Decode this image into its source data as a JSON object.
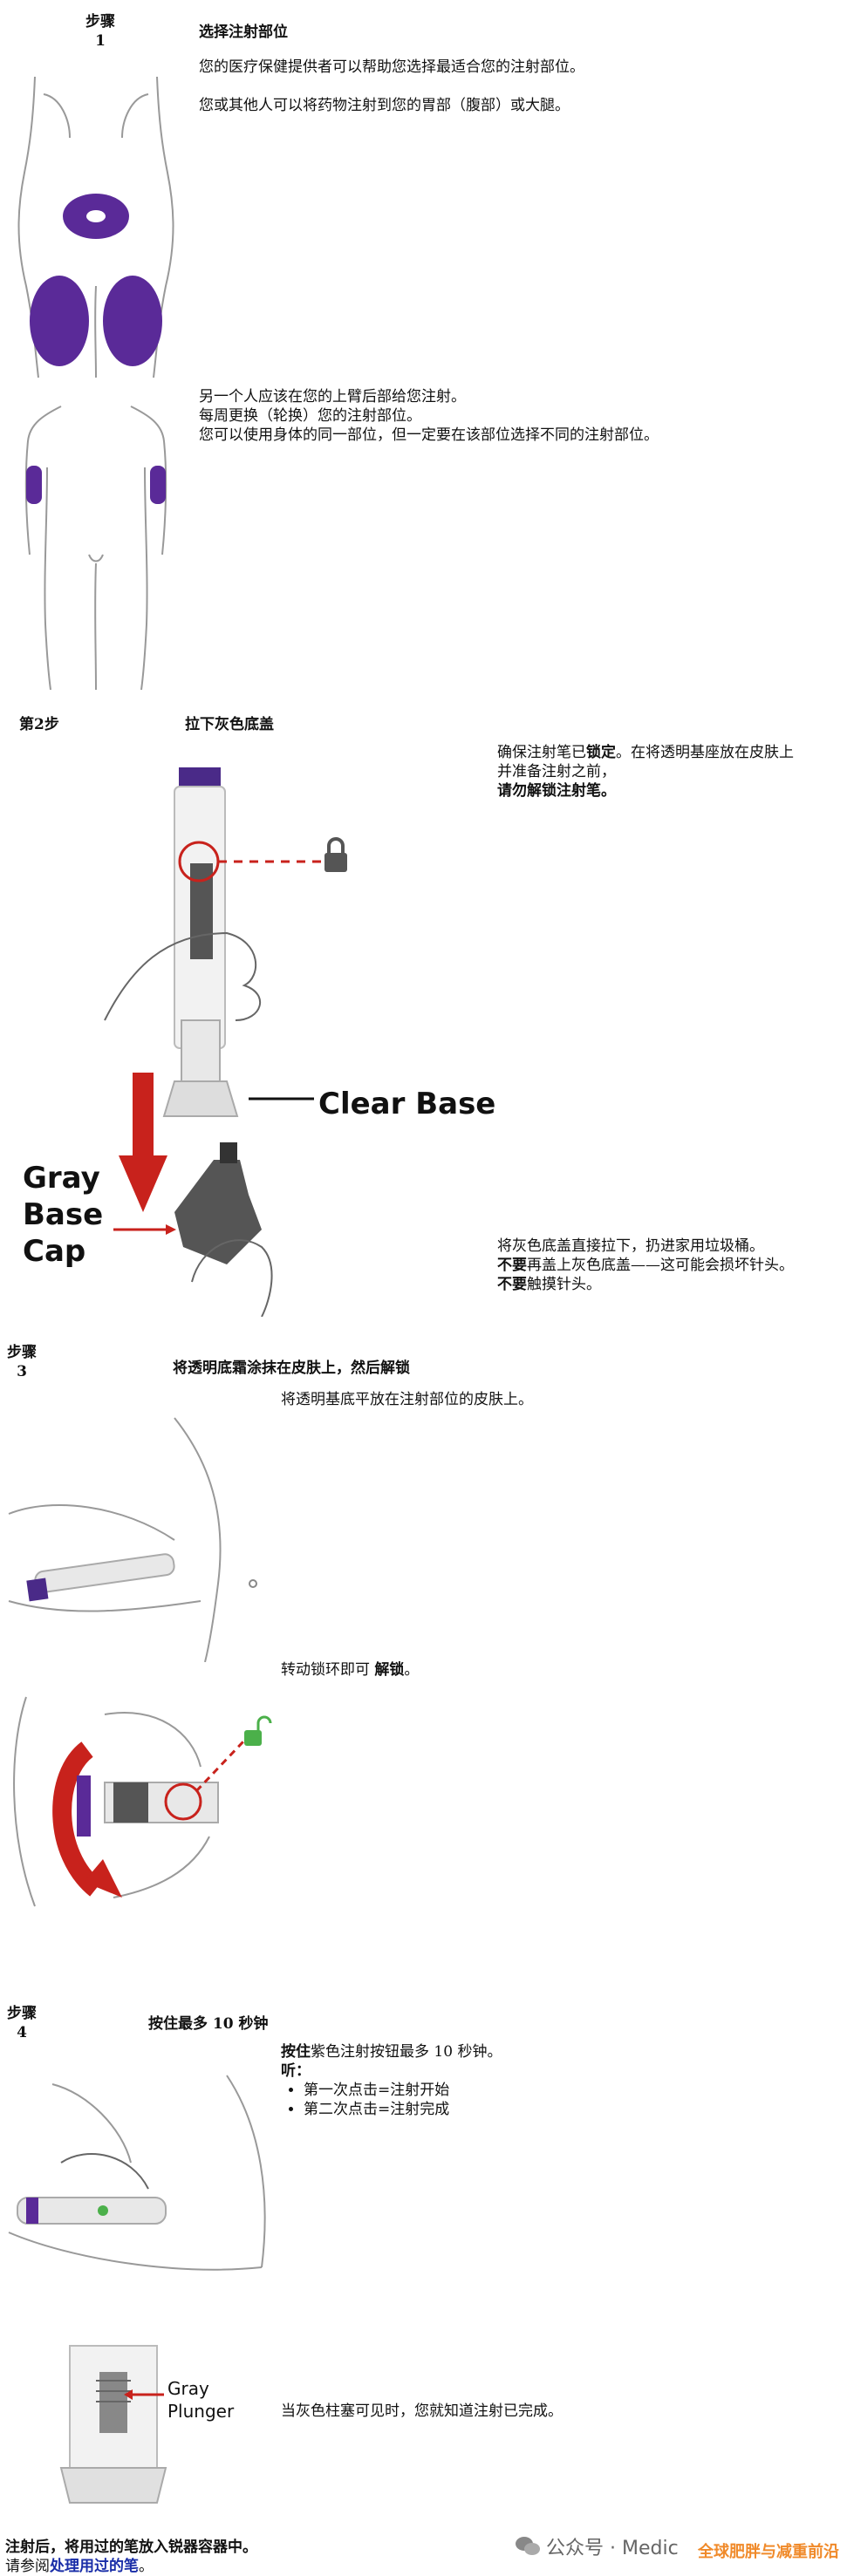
{
  "step1": {
    "label_line1": "步骤",
    "label_line2": "1",
    "title": "选择注射部位",
    "p1": "您的医疗保健提供者可以帮助您选择最适合您的注射部位。",
    "p2": "您或其他人可以将药物注射到您的胃部（腹部）或大腿。",
    "p3_line1": "另一个人应该在您的上臂后部给您注射。",
    "p3_line2": "每周更换（轮换）您的注射部位。",
    "p3_line3": "您可以使用身体的同一部位，但一定要在该部位选择不同的注射部位。"
  },
  "step2": {
    "label": "第2步",
    "title": "拉下灰色底盖",
    "right1_a": "确保注射笔已",
    "right1_b": "锁定",
    "right1_c": "。在将透明基座放在皮肤上并准备注射之前，",
    "right1_d": "请勿解锁注射笔。",
    "clear_base": "Clear Base",
    "gray_base_cap": [
      "Gray",
      "Base",
      "Cap"
    ],
    "right2_line1": "将灰色底盖直接拉下，扔进家用垃圾桶。",
    "right2_b": "不要",
    "right2_line2": "再盖上灰色底盖——这可能会损坏针头。",
    "right2_b2": "不要",
    "right2_line3": "触摸针头。"
  },
  "step3": {
    "label_line1": "步骤",
    "label_line2": "3",
    "title": "将透明底霜涂抹在皮肤上，然后解锁",
    "p1": "将透明基底平放在注射部位的皮肤上。",
    "p2_a": "转动锁环即可 ",
    "p2_b": "解锁",
    "p2_c": "。"
  },
  "step4": {
    "label_line1": "步骤",
    "label_line2": "4",
    "title": "按住最多 10 秒钟",
    "p1_b": "按住",
    "p1": "紫色注射按钮最多 10 秒钟。",
    "listen": "听：",
    "bullets": [
      "第一次点击=注射开始",
      "第二次点击=注射完成"
    ],
    "gray_plunger": [
      "Gray",
      "Plunger"
    ],
    "p2": "当灰色柱塞可见时，您就知道注射已完成。"
  },
  "footer": {
    "line1": "注射后，将用过的笔放入锐器容器中。",
    "line2_a": "请参阅",
    "line2_link": "处理用过的笔",
    "line2_b": "。",
    "watermark": "公众号 · Medic",
    "watermark_overlay": "全球肥胖与减重前沿"
  },
  "colors": {
    "purple": "#5a2a98",
    "red": "#c8221c",
    "green": "#4bb04a"
  }
}
